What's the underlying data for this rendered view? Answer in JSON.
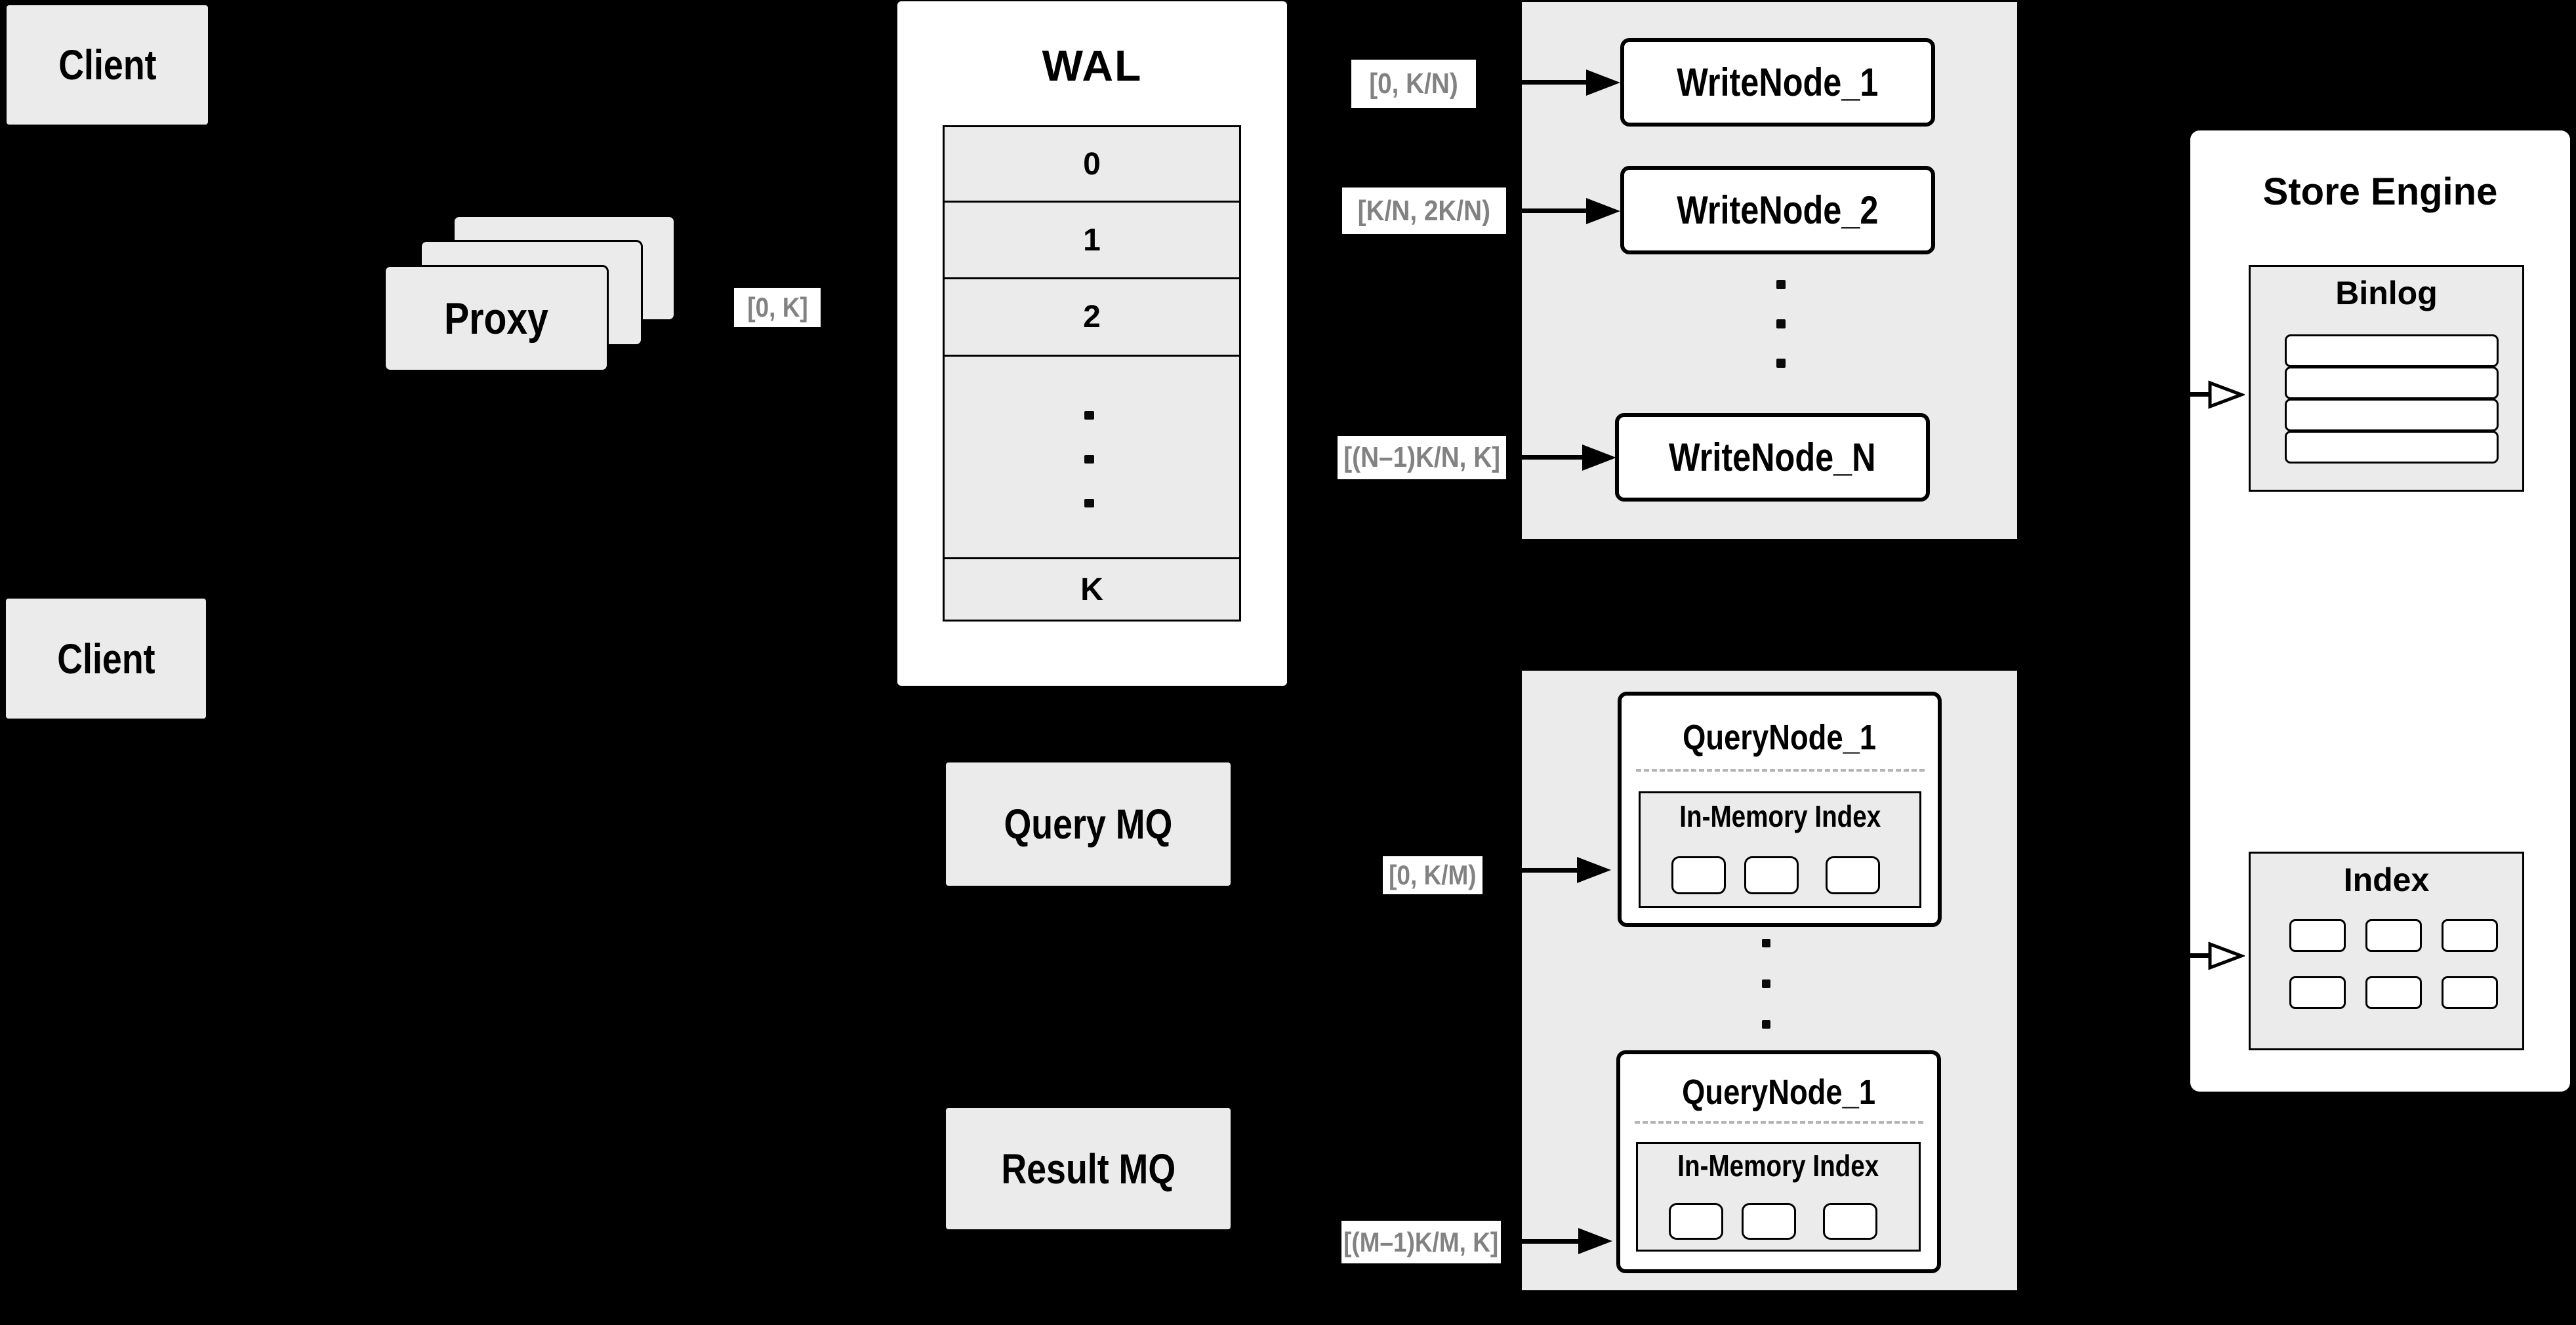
{
  "colors": {
    "background": "#000000",
    "panel_gray": "#ebebeb",
    "box_white": "#ffffff",
    "border_black": "#000000",
    "range_text_gray": "#828282",
    "dashed_gray": "#b5b5b5"
  },
  "clients": {
    "top_label": "Client",
    "bottom_label": "Client"
  },
  "proxy": {
    "label": "Proxy",
    "range_to_wal": "[0, K]"
  },
  "wal": {
    "title": "WAL",
    "rows": [
      "0",
      "1",
      "2",
      "K"
    ],
    "ellipsis": "vertical-dots"
  },
  "write_section": {
    "nodes": [
      "WriteNode_1",
      "WriteNode_2",
      "WriteNode_N"
    ],
    "ranges": [
      "[0, K/N)",
      "[K/N, 2K/N)",
      "[(N–1)K/N, K]"
    ],
    "ellipsis": "vertical-dots"
  },
  "query_section": {
    "query_mq_label": "Query MQ",
    "result_mq_label": "Result MQ",
    "ranges": [
      "[0, K/M)",
      "[(M–1)K/M, K]"
    ],
    "nodes": [
      {
        "title": "QueryNode_1",
        "memory_title": "In-Memory Index"
      },
      {
        "title": "QueryNode_1",
        "memory_title": "In-Memory Index"
      }
    ],
    "ellipsis": "vertical-dots"
  },
  "store_engine": {
    "title": "Store Engine",
    "binlog_title": "Binlog",
    "index_title": "Index"
  }
}
